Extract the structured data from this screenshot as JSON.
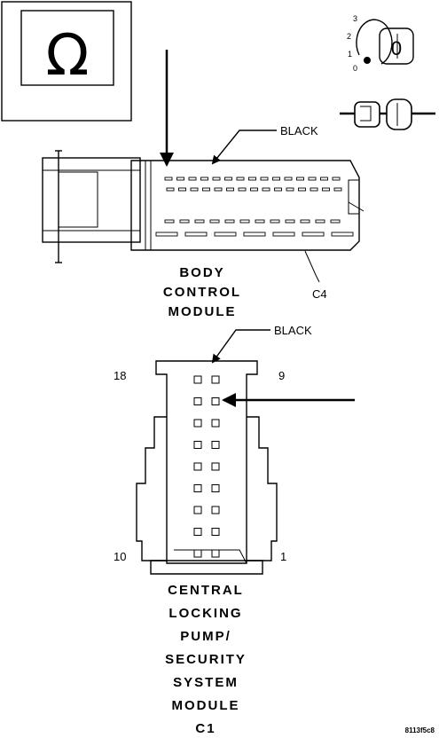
{
  "ohm_symbol": "Ω",
  "ignition": {
    "positions": [
      "3",
      "2",
      "1",
      "0"
    ],
    "key_mark": "0"
  },
  "bcm_connector": {
    "color_label": "BLACK",
    "connector_id": "C4",
    "title_lines": [
      "BODY",
      "CONTROL",
      "MODULE"
    ]
  },
  "clp_connector": {
    "color_label": "BLACK",
    "pin_numbers": {
      "top_left": "18",
      "top_right": "9",
      "bottom_left": "10",
      "bottom_right": "1"
    },
    "title_lines": [
      "CENTRAL",
      "LOCKING",
      "PUMP/",
      "SECURITY",
      "SYSTEM",
      "MODULE",
      "C1"
    ]
  },
  "figure_id": "8113f5c8"
}
